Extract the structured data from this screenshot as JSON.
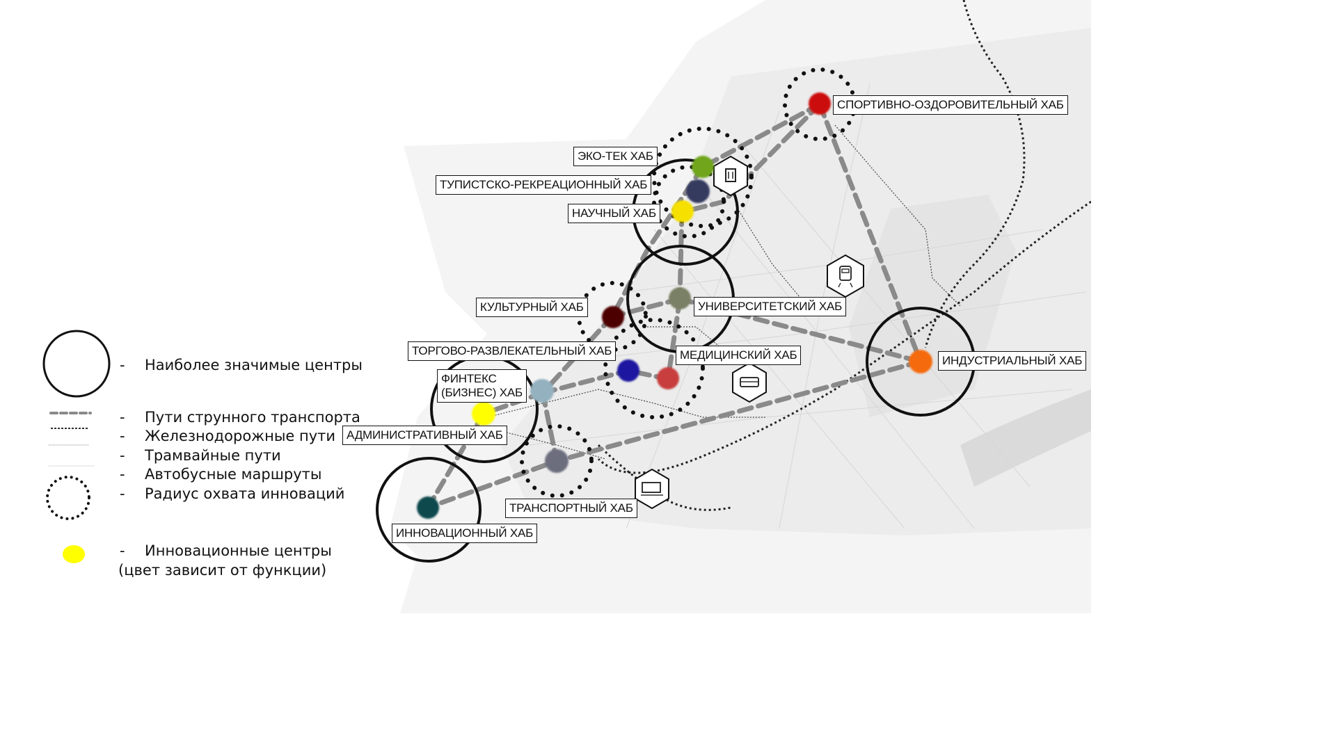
{
  "legend": {
    "items": [
      {
        "key": "major-centers",
        "symbol": "solid-circle",
        "text": "Наиболее значимые центры"
      },
      {
        "key": "string-transport",
        "symbol": "thick-gray-dash",
        "text": "Пути струнного транспорта"
      },
      {
        "key": "railway",
        "symbol": "black-dashed-line",
        "text": "Железнодорожные пути"
      },
      {
        "key": "tram",
        "symbol": "thin-gray-dotted-line",
        "text": "Трамвайные пути"
      },
      {
        "key": "bus",
        "symbol": "thin-light-dotted-line",
        "text": "Автобусные маршруты"
      },
      {
        "key": "innovation-radius",
        "symbol": "dotted-circle",
        "text": "Радиус охвата инноваций"
      },
      {
        "key": "innovation-centers",
        "symbol": "yellow-dot",
        "text": "Инновационные центры",
        "text2": "(цвет зависит от функции)"
      }
    ],
    "dash": "-"
  },
  "hubs": [
    {
      "key": "sport",
      "label": "СПОРТИВНО-ОЗДОРОВИТЕЛЬНЫЙ ХАБ",
      "color": "#cc0e0e"
    },
    {
      "key": "eco",
      "label": "ЭКО-ТЕК ХАБ",
      "color": "#6fa51c"
    },
    {
      "key": "tourist",
      "label": "ТУПИСТСКО-РЕКРЕАЦИОННЫЙ ХАБ",
      "color": "#363b5e"
    },
    {
      "key": "science",
      "label": "НАУЧНЫЙ ХАБ",
      "color": "#f5e000"
    },
    {
      "key": "culture",
      "label": "КУЛЬТУРНЫЙ ХАБ",
      "color": "#4d0000"
    },
    {
      "key": "university",
      "label": "УНИВЕРСИТЕТСКИЙ ХАБ",
      "color": "#7a8065"
    },
    {
      "key": "trade",
      "label": "ТОРГОВО-РАЗВЛЕКАТЕЛЬНЫЙ ХАБ",
      "color": "#1a14a0"
    },
    {
      "key": "medical",
      "label": "МЕДИЦИНСКИЙ ХАБ",
      "color": "#c83c3c"
    },
    {
      "key": "fintech",
      "label": "ФИНТЕКС\n(БИЗНЕС) ХАБ",
      "color": "#94b1bf"
    },
    {
      "key": "admin",
      "label": "АДМИНИСТРАТИВНЫЙ ХАБ",
      "color": "#ffff00"
    },
    {
      "key": "transport",
      "label": "ТРАНСПОРТНЫЙ ХАБ",
      "color": "#6c6e7e"
    },
    {
      "key": "innovation",
      "label": "ИННОВАЦИОННЫЙ ХАБ",
      "color": "#104a4e"
    },
    {
      "key": "industrial",
      "label": "ИНДУСТРИАЛЬНЫЙ ХАБ",
      "color": "#f56a10"
    }
  ],
  "icons": [
    {
      "key": "tram-station",
      "name": "tram-icon"
    },
    {
      "key": "train-station",
      "name": "train-icon"
    },
    {
      "key": "bus-station",
      "name": "bus-icon"
    },
    {
      "key": "rail-station",
      "name": "locomotive-icon"
    }
  ],
  "colors": {
    "string_transport": "#8a8a8a",
    "major_circle": "#000000",
    "map_background": "#f2f2f2"
  }
}
